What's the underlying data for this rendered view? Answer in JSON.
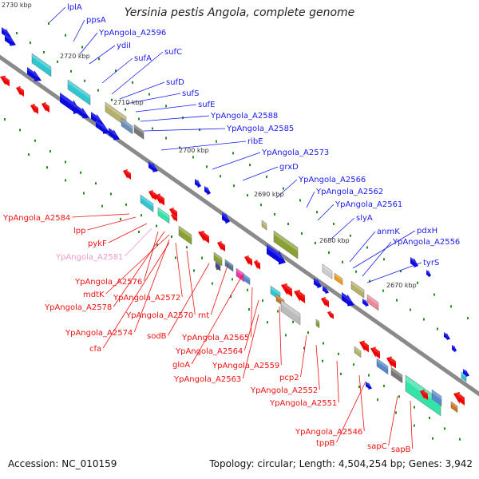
{
  "title": "Yersinia pestis Angola, complete genome",
  "footer": {
    "accession": "Accession: NC_010159",
    "summary": "Topology: circular; Length: 4,504,254 bp; Genes: 3,942"
  },
  "colors": {
    "backbone": "#8a8a8a",
    "forward_label": "#1a1aee",
    "reverse_label": "#ee1111",
    "pseudo_label": "#ee99cc",
    "forward_gene": "#0a0ae0",
    "reverse_gene": "#ee0000",
    "tick_dot": "#2a8a22"
  },
  "scale_labels": [
    "2730 kbp",
    "2720 kbp",
    "2710 kbp",
    "2700 kbp",
    "2690 kbp",
    "2680 kbp",
    "2670 kbp"
  ],
  "forward_labels": [
    "lplA",
    "ppsA",
    "YpAngola_A2596",
    "ydiI",
    "sufA",
    "sufC",
    "sufD",
    "sufS",
    "sufE",
    "YpAngola_A2588",
    "YpAngola_A2585",
    "ribE",
    "YpAngola_A2573",
    "grxD",
    "YpAngola_A2566",
    "YpAngola_A2562",
    "YpAngola_A2561",
    "slyA",
    "anmK",
    "pdxH",
    "YpAngola_A2556",
    "tyrS"
  ],
  "reverse_labels": [
    "YpAngola_A2584",
    "lpp",
    "pykF",
    "YpAngola_A2581",
    "YpAngola_A2576",
    "mdtK",
    "YpAngola_A2572",
    "YpAngola_A2578",
    "YpAngola_A2570",
    "rnt",
    "YpAngola_A2574",
    "sodB",
    "cfa",
    "YpAngola_A2565",
    "YpAngola_A2564",
    "gloA",
    "YpAngola_A2559",
    "YpAngola_A2563",
    "pcp2",
    "YpAngola_A2552",
    "YpAngola_A2551",
    "YpAngola_A2546",
    "tppB",
    "sapC",
    "sapB"
  ]
}
